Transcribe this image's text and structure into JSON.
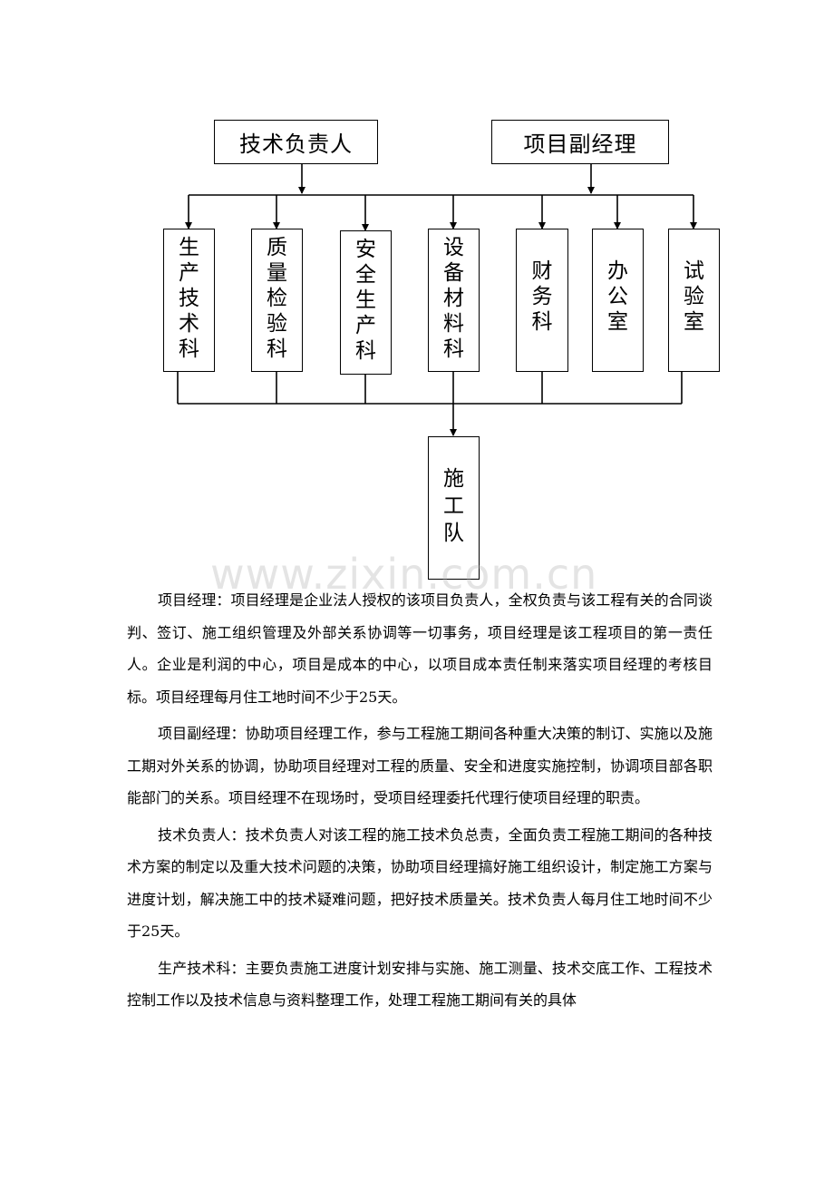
{
  "org_chart": {
    "top_nodes": [
      {
        "label": "技术负责人"
      },
      {
        "label": "项目副经理"
      }
    ],
    "departments": [
      {
        "label": "生产技术科"
      },
      {
        "label": "质量检验科"
      },
      {
        "label": "安全生产科"
      },
      {
        "label": "设备材料科"
      },
      {
        "label": "财务科"
      },
      {
        "label": "办公室"
      },
      {
        "label": "试验室"
      }
    ],
    "bottom_node": {
      "label": "施工队"
    }
  },
  "watermark": "www.zixin.com.cn",
  "paragraphs": [
    "项目经理：项目经理是企业法人授权的该项目负责人，全权负责与该工程有关的合同谈判、签订、施工组织管理及外部关系协调等一切事务，项目经理是该工程项目的第一责任人。企业是利润的中心，项目是成本的中心，以项目成本责任制来落实项目经理的考核目标。项目经理每月住工地时间不少于25天。",
    "项目副经理：协助项目经理工作，参与工程施工期间各种重大决策的制订、实施以及施工期对外关系的协调，协助项目经理对工程的质量、安全和进度实施控制，协调项目部各职能部门的关系。项目经理不在现场时，受项目经理委托代理行使项目经理的职责。",
    "技术负责人：技术负责人对该工程的施工技术负总责，全面负责工程施工期间的各种技术方案的制定以及重大技术问题的决策，协助项目经理搞好施工组织设计，制定施工方案与进度计划，解决施工中的技术疑难问题，把好技术质量关。技术负责人每月住工地时间不少于25天。",
    "生产技术科：主要负责施工进度计划安排与实施、施工测量、技术交底工作、工程技术控制工作以及技术信息与资料整理工作，处理工程施工期间有关的具体"
  ]
}
